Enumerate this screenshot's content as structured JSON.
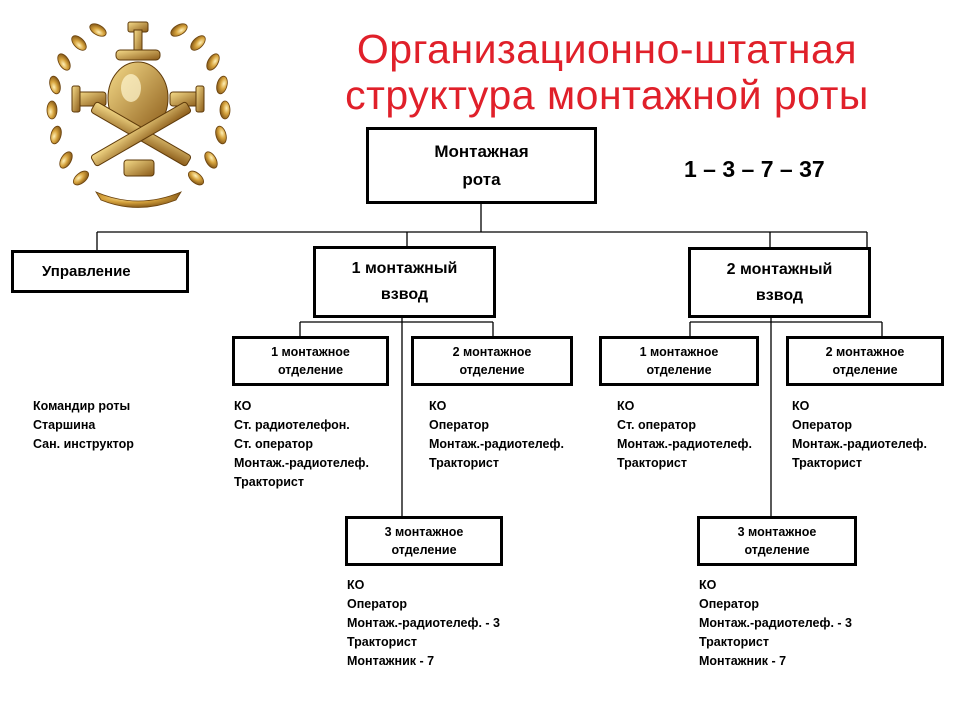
{
  "title": {
    "line1": "Организационно-штатная",
    "line2": "структура монтажной роты"
  },
  "formula": "1 – 3 – 7 – 37",
  "company": {
    "line1": "Монтажная",
    "line2": "рота"
  },
  "management": {
    "label": "Управление",
    "staff": [
      "Командир роты",
      "Старшина",
      "Сан. инструктор"
    ]
  },
  "platoons": [
    {
      "line1": "1 монтажный",
      "line2": "взвод",
      "squads": [
        {
          "line1": "1 монтажное",
          "line2": "отделение",
          "staff": [
            "КО",
            "Ст. радиотелефон.",
            "Ст. оператор",
            "Монтаж.-радиотелеф.",
            "Тракторист"
          ]
        },
        {
          "line1": "2 монтажное",
          "line2": "отделение",
          "staff": [
            "КО",
            "Оператор",
            "Монтаж.-радиотелеф.",
            "Тракторист"
          ]
        },
        {
          "line1": "3 монтажное",
          "line2": "отделение",
          "staff": [
            "КО",
            "Оператор",
            "Монтаж.-радиотелеф. - 3",
            "Тракторист",
            "Монтажник - 7"
          ]
        }
      ]
    },
    {
      "line1": "2 монтажный",
      "line2": "взвод",
      "squads": [
        {
          "line1": "1 монтажное",
          "line2": "отделение",
          "staff": [
            "КО",
            "Ст. оператор",
            "Монтаж.-радиотелеф.",
            "Тракторист"
          ]
        },
        {
          "line1": "2 монтажное",
          "line2": "отделение",
          "staff": [
            "КО",
            "Оператор",
            "Монтаж.-радиотелеф.",
            "Тракторист"
          ]
        },
        {
          "line1": "3 монтажное",
          "line2": "отделение",
          "staff": [
            "КО",
            "Оператор",
            "Монтаж.-радиотелеф. - 3",
            "Тракторист",
            "Монтажник - 7"
          ]
        }
      ]
    }
  ]
}
